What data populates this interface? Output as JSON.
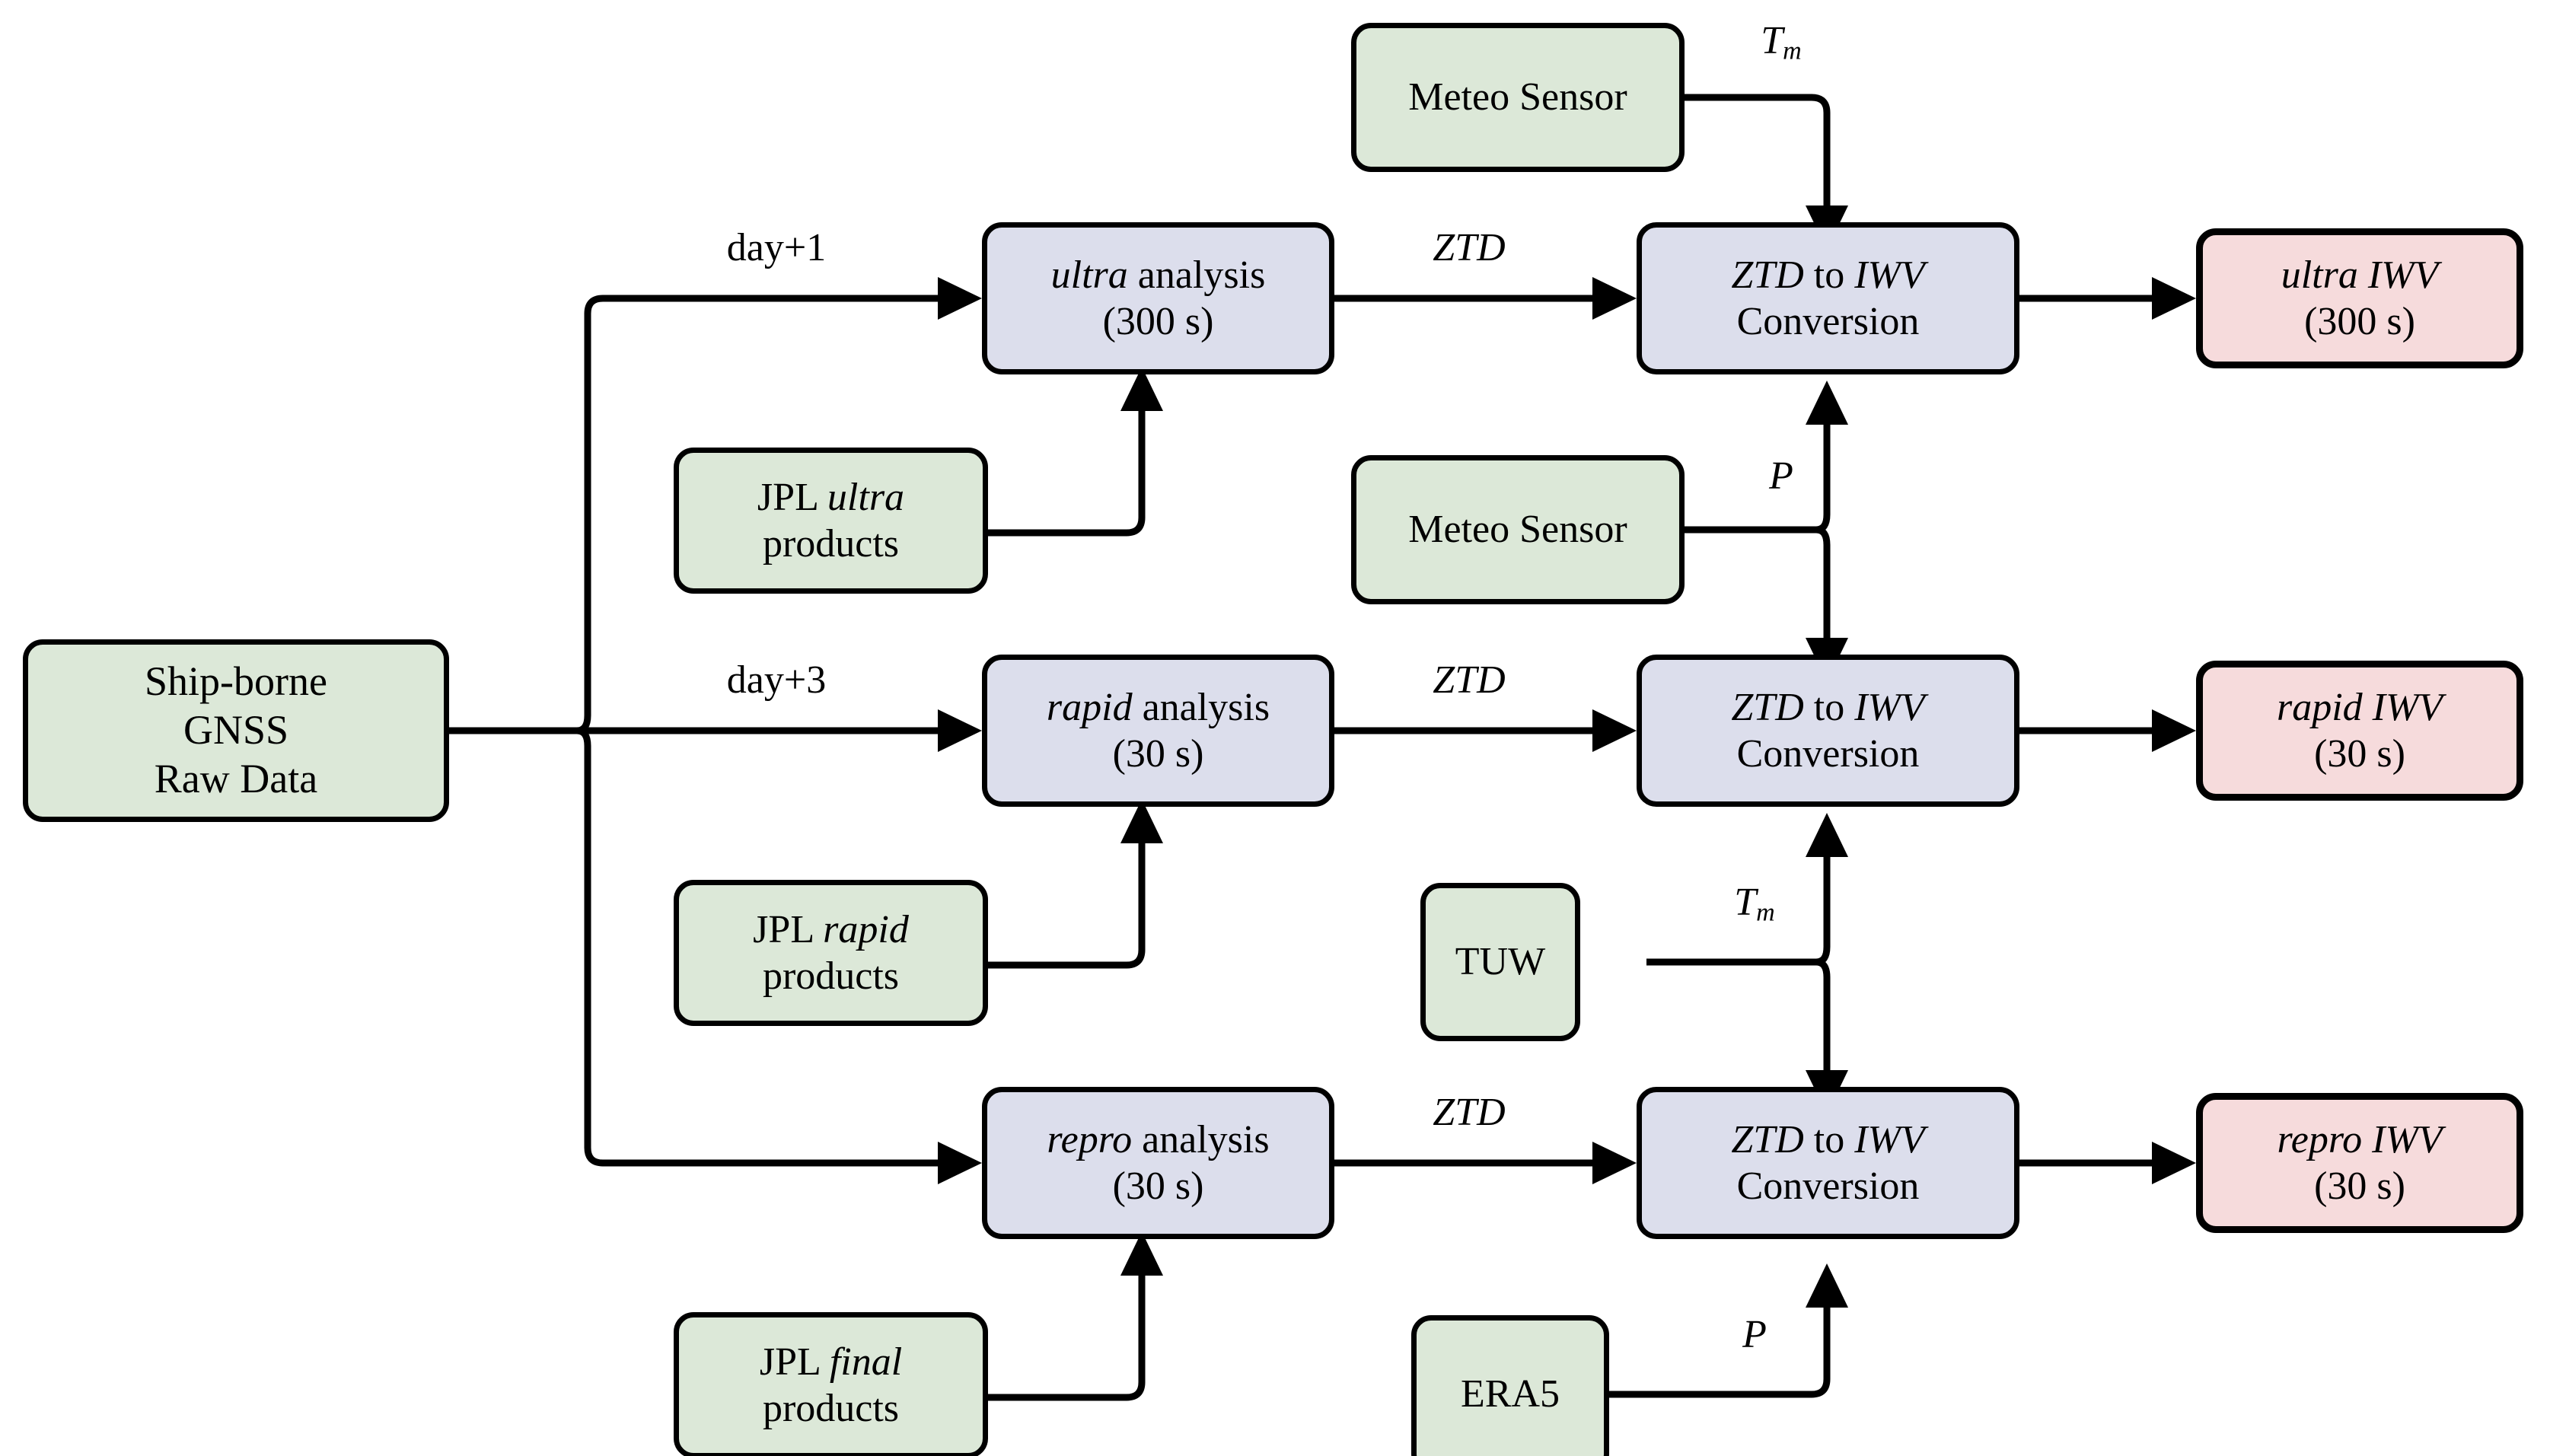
{
  "diagram": {
    "title": "Ship-borne GNSS IWV processing chain",
    "colors": {
      "input_fill": "#dce8d8",
      "process_fill": "#dcdeec",
      "output_fill": "#f6dbdc",
      "stroke": "#000000",
      "background": "#ffffff"
    }
  },
  "nodes": {
    "source": {
      "line1": "Ship-borne",
      "line2": "GNSS",
      "line3": "Raw Data"
    },
    "meteo_top": {
      "label": "Meteo Sensor"
    },
    "meteo_mid": {
      "label": "Meteo Sensor"
    },
    "tuw": {
      "label": "TUW"
    },
    "era5": {
      "label": "ERA5"
    },
    "jpl_ultra": {
      "line1_roman": "JPL",
      "line1_italic": "ultra",
      "line2": "products"
    },
    "jpl_rapid": {
      "line1_roman": "JPL",
      "line1_italic": "rapid",
      "line2": "products"
    },
    "jpl_final": {
      "line1_roman": "JPL",
      "line1_italic": "final",
      "line2": "products"
    },
    "ultra_analysis": {
      "line1_italic": "ultra",
      "line1_roman": "analysis",
      "line2": "(300 s)"
    },
    "rapid_analysis": {
      "line1_italic": "rapid",
      "line1_roman": "analysis",
      "line2": "(30 s)"
    },
    "repro_analysis": {
      "line1_italic": "repro",
      "line1_roman": "analysis",
      "line2": "(30 s)"
    },
    "conv_ultra": {
      "line1_a": "ZTD",
      "line1_mid": "to",
      "line1_b": "IWV",
      "line2": "Conversion"
    },
    "conv_rapid": {
      "line1_a": "ZTD",
      "line1_mid": "to",
      "line1_b": "IWV",
      "line2": "Conversion"
    },
    "conv_repro": {
      "line1_a": "ZTD",
      "line1_mid": "to",
      "line1_b": "IWV",
      "line2": "Conversion"
    },
    "out_ultra": {
      "line1_italic": "ultra",
      "line1_math": "IWV",
      "line2": "(300 s)"
    },
    "out_rapid": {
      "line1_italic": "rapid",
      "line1_math": "IWV",
      "line2": "(30 s)"
    },
    "out_repro": {
      "line1_italic": "repro",
      "line1_math": "IWV",
      "line2": "(30 s)"
    }
  },
  "edge_labels": {
    "day_plus_1": "day+1",
    "day_plus_3": "day+3",
    "ztd_ultra": "ZTD",
    "ztd_rapid": "ZTD",
    "ztd_repro": "ZTD",
    "tm_top": "T",
    "tm_top_sub": "m",
    "p_mid": "P",
    "tm_tuw": "T",
    "tm_tuw_sub": "m",
    "p_era5": "P"
  }
}
